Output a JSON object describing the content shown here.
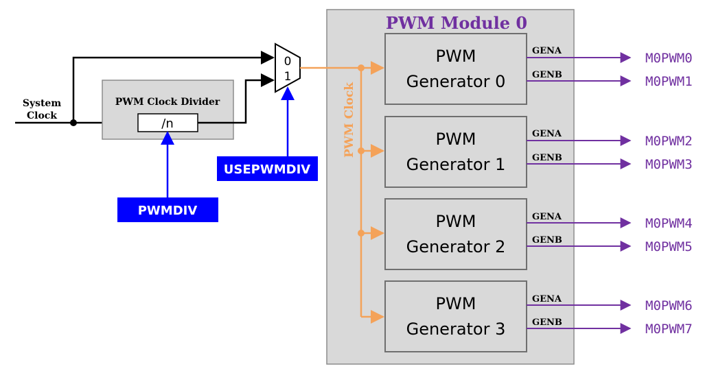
{
  "module": {
    "title": "PWM Module 0",
    "clock_label": "PWM Clock",
    "generators": [
      {
        "line1": "PWM",
        "line2": "Generator 0",
        "gena": "GENA",
        "genb": "GENB",
        "out_a": "M0PWM0",
        "out_b": "M0PWM1"
      },
      {
        "line1": "PWM",
        "line2": "Generator 1",
        "gena": "GENA",
        "genb": "GENB",
        "out_a": "M0PWM2",
        "out_b": "M0PWM3"
      },
      {
        "line1": "PWM",
        "line2": "Generator 2",
        "gena": "GENA",
        "genb": "GENB",
        "out_a": "M0PWM4",
        "out_b": "M0PWM5"
      },
      {
        "line1": "PWM",
        "line2": "Generator 3",
        "gena": "GENA",
        "genb": "GENB",
        "out_a": "M0PWM6",
        "out_b": "M0PWM7"
      }
    ]
  },
  "system_clock": {
    "line1": "System",
    "line2": "Clock"
  },
  "divider": {
    "title": "PWM Clock Divider",
    "value": "/n"
  },
  "mux": {
    "in0": "0",
    "in1": "1"
  },
  "registers": {
    "usepwmdiv": "USEPWMDIV",
    "pwmdiv": "PWMDIV"
  },
  "colors": {
    "clock": "#f4a259",
    "output": "#7030a0",
    "register": "#0000ff",
    "module_fill": "#d9d9d9",
    "block_stroke": "#8c8c8c"
  }
}
